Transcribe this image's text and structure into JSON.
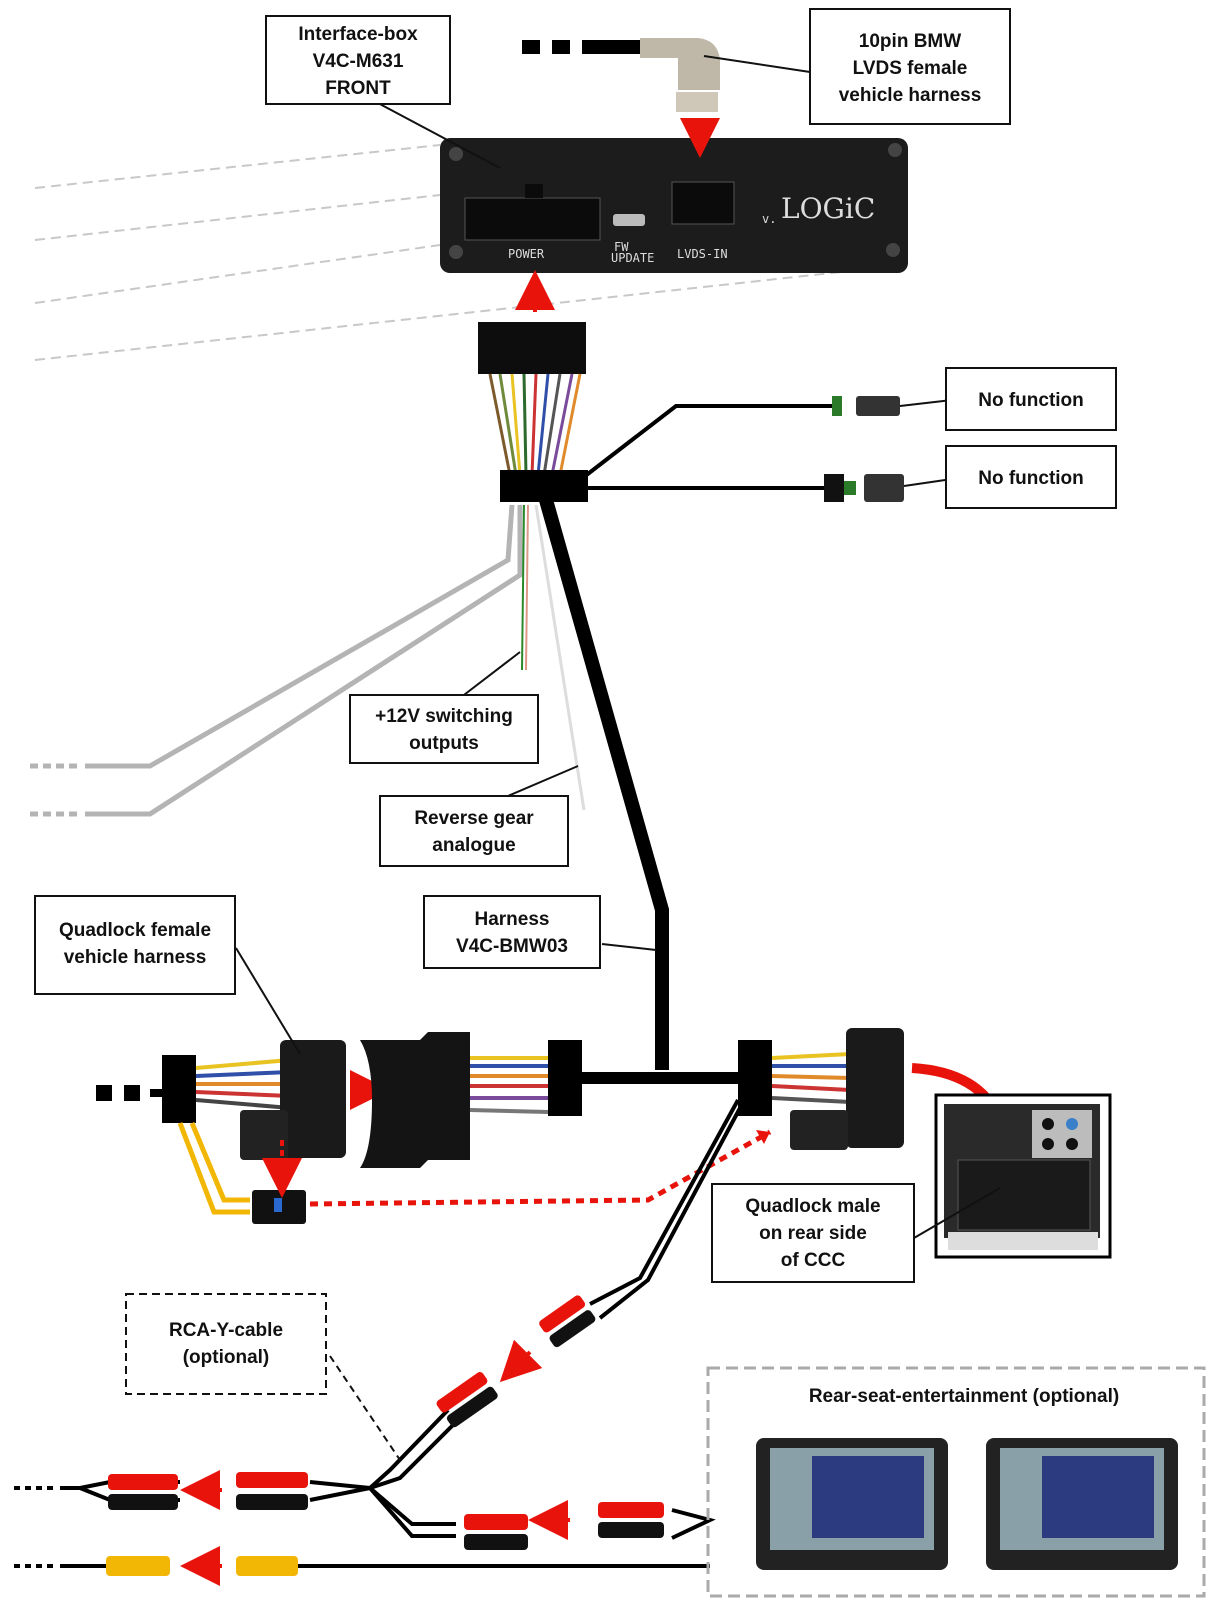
{
  "labels": {
    "interface_box": [
      "Interface-box",
      "V4C-M631",
      "FRONT"
    ],
    "lvds_harness": [
      "10pin BMW",
      "LVDS female",
      "vehicle harness"
    ],
    "no_function_1": "No function",
    "no_function_2": "No function",
    "switching_outputs": [
      "+12V switching",
      "outputs"
    ],
    "reverse_gear": [
      "Reverse gear",
      "analogue"
    ],
    "harness": [
      "Harness",
      "V4C-BMW03"
    ],
    "quadlock_female": [
      "Quadlock female",
      "vehicle harness"
    ],
    "quadlock_male": [
      "Quadlock male",
      "on rear side",
      "of CCC"
    ],
    "rca_cable": [
      "RCA-Y-cable",
      "(optional)"
    ],
    "rse": "Rear-seat-entertainment (optional)"
  },
  "device": {
    "power": "POWER",
    "fw_update": [
      "FW",
      "UPDATE"
    ],
    "lvds_in": "LVDS-IN",
    "logo_v": "v.",
    "logo": "LOGiC"
  },
  "colors": {
    "arrow": "#e8140c",
    "cable": "#000000",
    "gray_cable": "#b4b4b4",
    "yellow_cable": "#f2b705",
    "red_rca": "#e8140c",
    "device_body": "#1c1c1c"
  }
}
